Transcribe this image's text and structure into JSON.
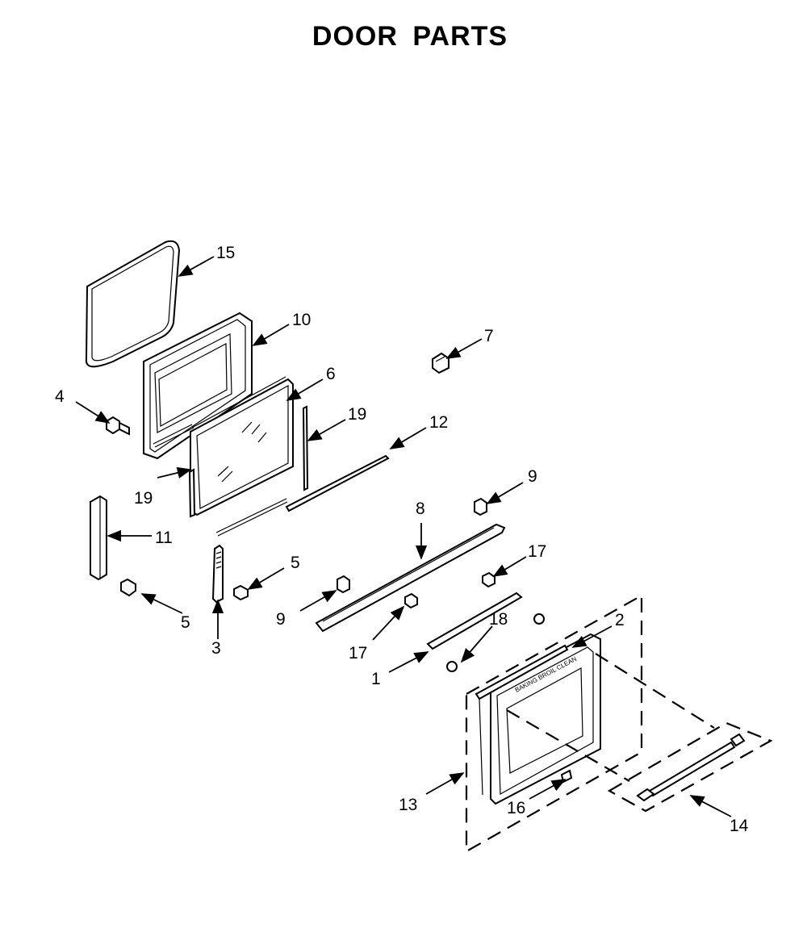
{
  "title": "DOOR PARTS",
  "callouts": {
    "c15": "15",
    "c10": "10",
    "c7": "7",
    "c4": "4",
    "c6": "6",
    "c19a": "19",
    "c12": "12",
    "c19b": "19",
    "c9a": "9",
    "c8": "8",
    "c11": "11",
    "c17a": "17",
    "c5a": "5",
    "c2": "2",
    "c9b": "9",
    "c18": "18",
    "c17b": "17",
    "c1": "1",
    "c5b": "5",
    "c3": "3",
    "c13": "13",
    "c16": "16",
    "c14": "14"
  },
  "door_lettering": "BAKING BROIL CLEAN"
}
